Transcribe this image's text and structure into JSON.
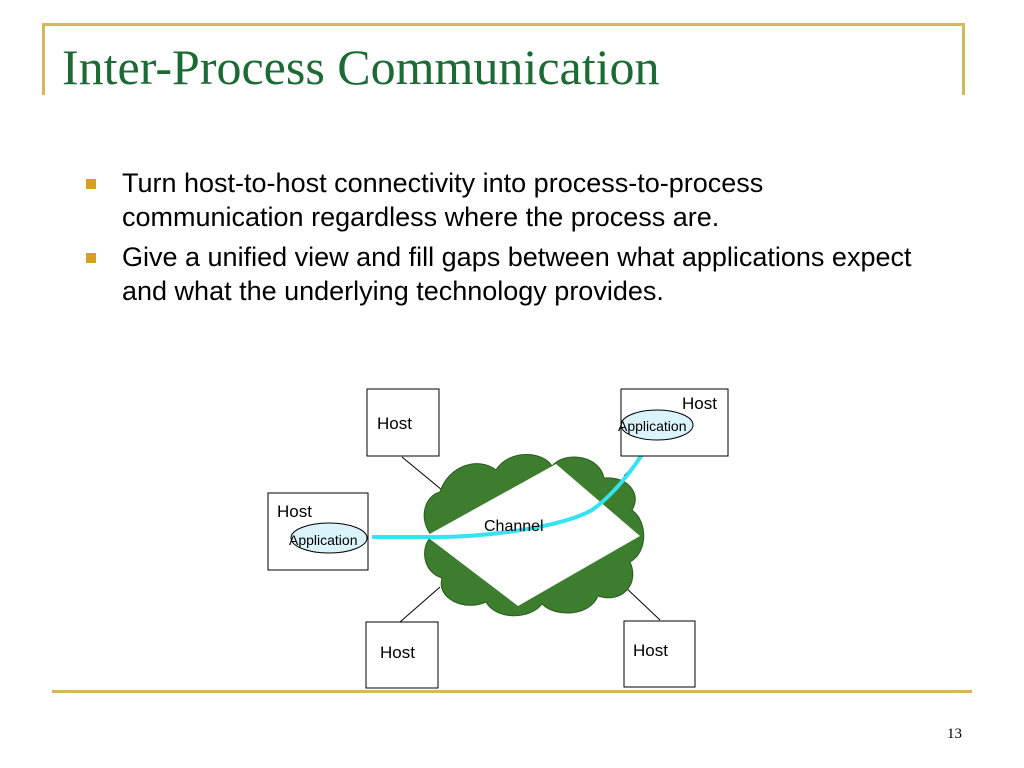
{
  "slide": {
    "title": "Inter-Process Communication",
    "bullets": [
      "Turn host-to-host connectivity into process-to-process communication regardless where the process are.",
      "Give a unified view and fill gaps between what applications expect and what the underlying technology provides."
    ],
    "page_number": "13"
  },
  "diagram": {
    "channel_label": "Channel",
    "hosts": [
      {
        "label": "Host"
      },
      {
        "label": "Host",
        "application": "Application"
      },
      {
        "label": "Host",
        "application": "Application"
      },
      {
        "label": "Host"
      },
      {
        "label": "Host"
      }
    ]
  },
  "colors": {
    "title": "#1a6b34",
    "accent_rule": "#d6b75a",
    "bullet_marker": "#d6a021",
    "cloud": "#3c7d2e",
    "connection": "#33e3f0",
    "application_fill": "#dbf4fb"
  }
}
